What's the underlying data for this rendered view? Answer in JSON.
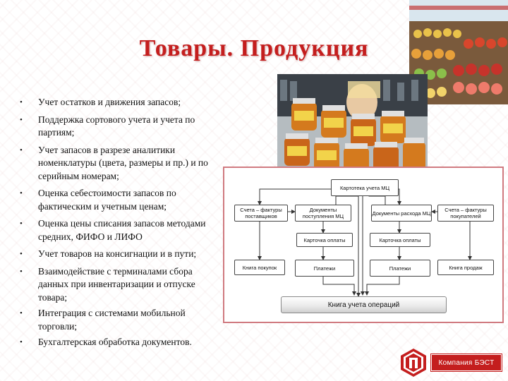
{
  "slide": {
    "title": "Товары. Продукция",
    "bullets": [
      "Учет остатков и движения запасов;",
      "Поддержка сортового учета и учета по партиям;",
      "Учет запасов в разрезе аналитики номенклатуры (цвета, размеры и пр.) и по серийным номерам;",
      "Оценка себестоимости запасов по фактическим и учетным ценам;",
      "Оценка цены списания запасов методами средних, ФИФО и ЛИФО",
      "Учет товаров на консигнации и в пути;",
      "Взаимодействие с терминалами сбора данных при инвентаризации и отпуске товара;",
      " Интеграция с системами мобильной торговли;",
      "Бухгалтерская обработка документов."
    ],
    "bullet_symbol": "•"
  },
  "diagram": {
    "card": "Картотека учета МЦ",
    "supplier_invoices": "Счета – фактуры поставщиков",
    "receipt_docs": "Документы поступления МЦ",
    "issue_docs": "Документы расхода МЦ",
    "buyer_invoices": "Счета – фактуры покупателей",
    "payment_card_left": "Карточка оплаты",
    "payment_card_right": "Карточка оплаты",
    "purchase_book": "Книга покупок",
    "payments_left": "Платежи",
    "payments_right": "Платежи",
    "sales_book": "Книга продаж",
    "operations_book": "Книга учета операций"
  },
  "footer": {
    "company": "Компания БЭСТ"
  },
  "colors": {
    "title": "#c41e1e",
    "diagram_border": "#d07a80",
    "badge": "#c41e1e"
  }
}
